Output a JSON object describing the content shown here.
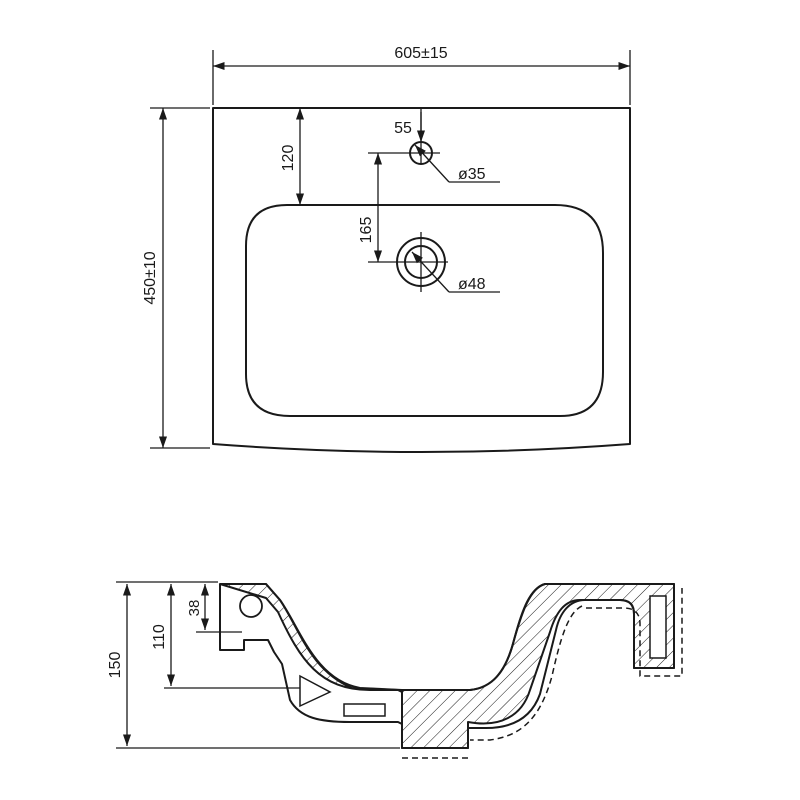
{
  "plan_view": {
    "width_label": "605±15",
    "depth_label": "450±10",
    "tap_hole_offset_label": "120",
    "tap_hole_edge_label": "55",
    "tap_hole_diameter_label": "ø35",
    "drain_offset_label": "165",
    "drain_diameter_label": "ø48"
  },
  "section_view": {
    "total_height_label": "150",
    "bowl_depth_label": "110",
    "overflow_height_label": "38"
  }
}
